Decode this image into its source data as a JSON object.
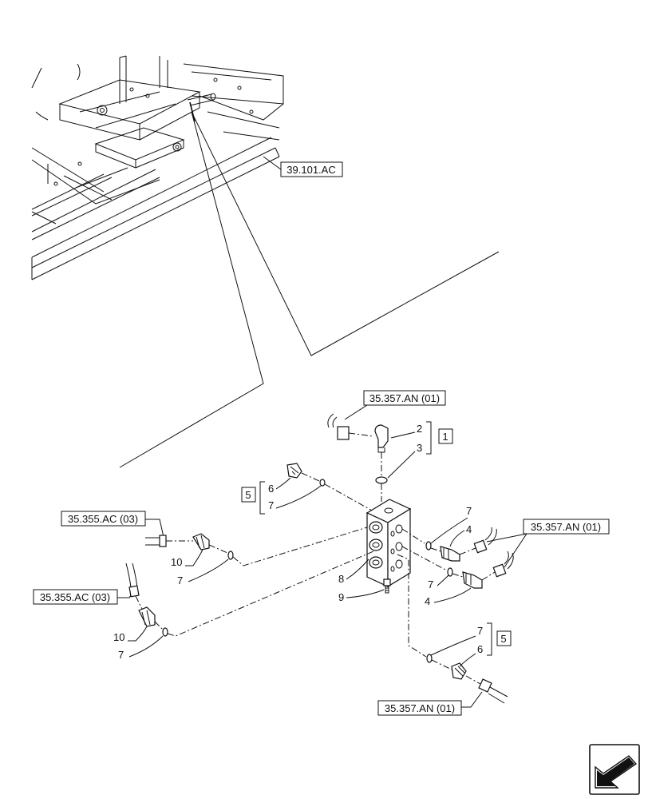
{
  "reference_labels": {
    "frame_ref": "39.101.AC",
    "top_hose_ref": "35.357.AN (01)",
    "left_upper_hose_ref": "35.355.AC (03)",
    "left_lower_hose_ref": "35.355.AC (03)",
    "right_hoses_ref": "35.357.AN (01)",
    "bottom_hose_ref": "35.357.AN (01)"
  },
  "group_labels": {
    "group_1": "1",
    "group_5_left": "5",
    "group_5_right": "5"
  },
  "callouts": {
    "c2": "2",
    "c3": "3",
    "c6_left": "6",
    "c7_left": "7",
    "c10_upper": "10",
    "c7_upper": "7",
    "c10_lower": "10",
    "c7_lower": "7",
    "c8": "8",
    "c9": "9",
    "c7_right_top": "7",
    "c4_top": "4",
    "c7_right_mid": "7",
    "c4_bottom": "4",
    "c7_bottom": "7",
    "c6_bottom": "6"
  },
  "icons": {
    "nav": "back-arrow-icon"
  }
}
